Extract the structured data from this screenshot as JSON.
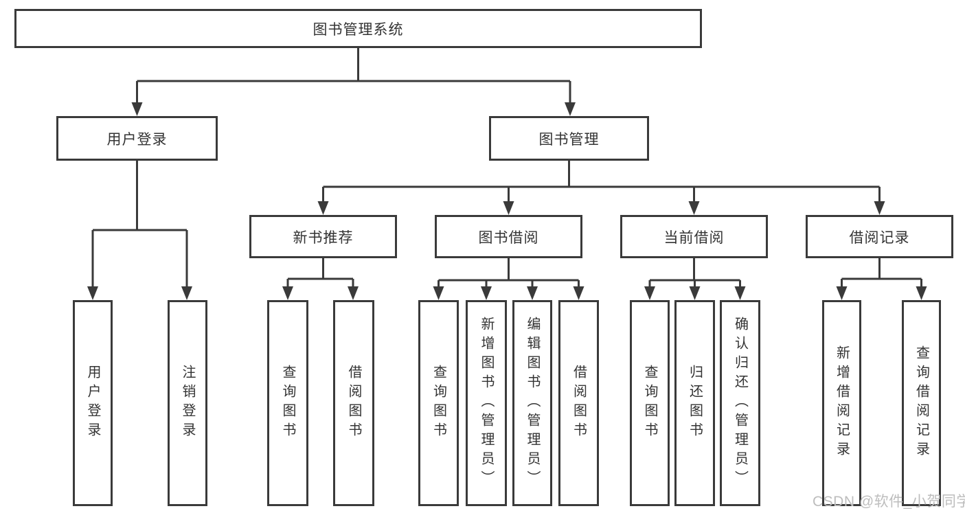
{
  "tree": {
    "root": {
      "label": "图书管理系统"
    },
    "branches": [
      {
        "label": "用户登录",
        "children": [
          {
            "label": "用户登录"
          },
          {
            "label": "注销登录"
          }
        ]
      },
      {
        "label": "图书管理",
        "children": [
          {
            "label": "新书推荐",
            "children": [
              {
                "label": "查询图书"
              },
              {
                "label": "借阅图书"
              }
            ]
          },
          {
            "label": "图书借阅",
            "children": [
              {
                "label": "查询图书"
              },
              {
                "label": "新增图书（管理员）"
              },
              {
                "label": "编辑图书（管理员）"
              },
              {
                "label": "借阅图书"
              }
            ]
          },
          {
            "label": "当前借阅",
            "children": [
              {
                "label": "查询图书"
              },
              {
                "label": "归还图书"
              },
              {
                "label": "确认归还（管理员）"
              }
            ]
          },
          {
            "label": "借阅记录",
            "children": [
              {
                "label": "新增借阅记录"
              },
              {
                "label": "查询借阅记录"
              }
            ]
          }
        ]
      }
    ]
  },
  "watermark": {
    "text": "CSDN @软件_小贺同学"
  },
  "colors": {
    "line": "#3a3a3a",
    "text": "#333333",
    "background": "#ffffff",
    "watermark": "#bdbdbd"
  }
}
